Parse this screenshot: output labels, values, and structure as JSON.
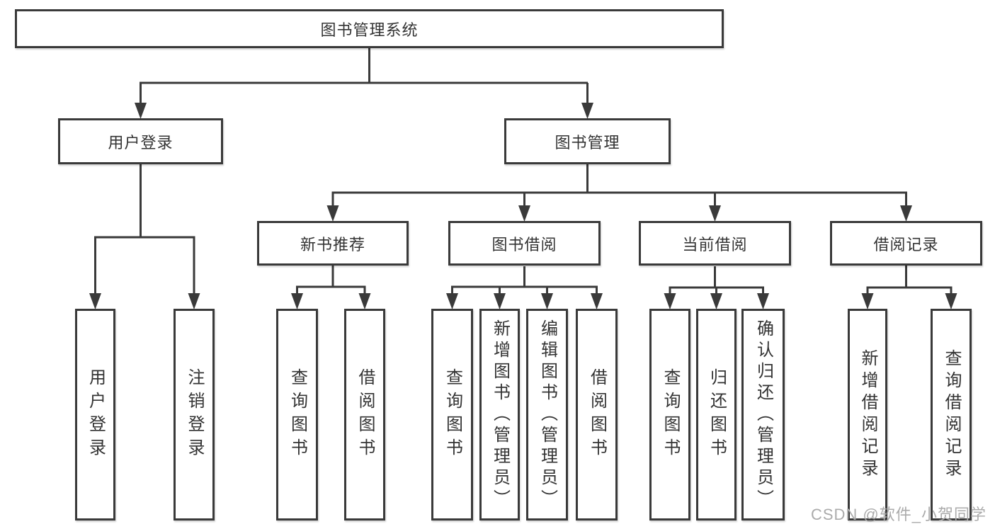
{
  "diagram": {
    "root": {
      "label": "图书管理系统"
    },
    "level2": [
      {
        "id": "user-login",
        "label": "用户登录"
      },
      {
        "id": "book-management",
        "label": "图书管理"
      }
    ],
    "level3": [
      {
        "id": "new-book-recommend",
        "label": "新书推荐",
        "parent": "图书管理"
      },
      {
        "id": "book-borrowing",
        "label": "图书借阅",
        "parent": "图书管理"
      },
      {
        "id": "current-borrowing",
        "label": "当前借阅",
        "parent": "图书管理"
      },
      {
        "id": "borrowing-records",
        "label": "借阅记录",
        "parent": "图书管理"
      }
    ],
    "leaves": [
      {
        "label": "用户登录",
        "parent": "用户登录"
      },
      {
        "label": "注销登录",
        "parent": "用户登录"
      },
      {
        "label": "查询图书",
        "parent": "新书推荐"
      },
      {
        "label": "借阅图书",
        "parent": "新书推荐"
      },
      {
        "label": "查询图书",
        "parent": "图书借阅"
      },
      {
        "label": "新增图书（管理员）",
        "parent": "图书借阅"
      },
      {
        "label": "编辑图书（管理员）",
        "parent": "图书借阅"
      },
      {
        "label": "借阅图书",
        "parent": "图书借阅"
      },
      {
        "label": "查询图书",
        "parent": "当前借阅"
      },
      {
        "label": "归还图书",
        "parent": "当前借阅"
      },
      {
        "label": "确认归还（管理员）",
        "parent": "当前借阅"
      },
      {
        "label": "新增借阅记录",
        "parent": "借阅记录"
      },
      {
        "label": "查询借阅记录",
        "parent": "借阅记录"
      }
    ]
  },
  "watermark": "CSDN @软件_小贺同学",
  "colors": {
    "line": "#3a3a3a",
    "text": "#333333",
    "watermark": "#ababab",
    "background": "#ffffff"
  }
}
